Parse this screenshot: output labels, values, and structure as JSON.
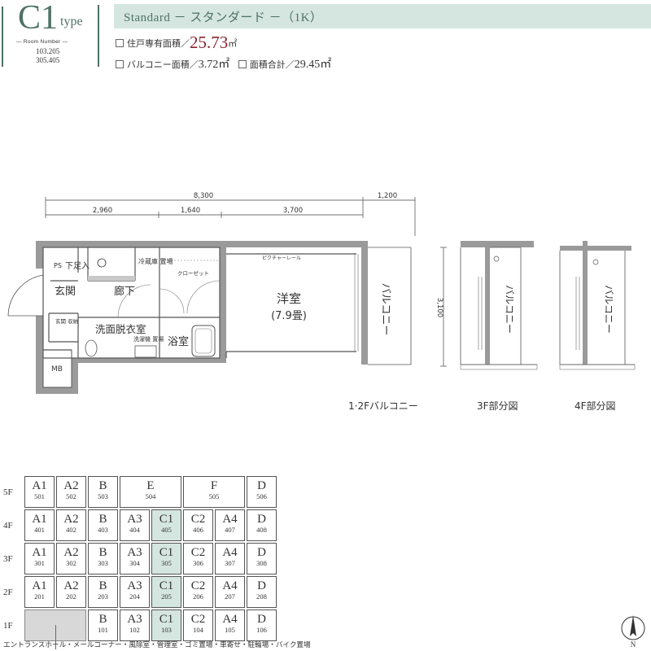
{
  "header": {
    "type_letter": "C1",
    "type_word": "type",
    "room_number_label": "— Room Number —",
    "room_numbers": [
      "103.205",
      "305.405"
    ],
    "plan_name": "Standard － スタンダード －（1K）"
  },
  "specs": {
    "exclusive_area_label": "住戸専有面積／",
    "exclusive_area_value": "25.73",
    "exclusive_area_unit": "㎡",
    "balcony_label": "バルコニー面積／",
    "balcony_value": "3.72㎡",
    "total_label": "面積合計／",
    "total_value": "29.45㎡"
  },
  "dimensions": {
    "total": "8,300",
    "balcony": "1,200",
    "seg1": "2,960",
    "seg2": "1,640",
    "seg3": "3,700",
    "depth": "3,100"
  },
  "rooms": {
    "genkan": "玄関",
    "rouka": "廊下",
    "senmen": "洗面脱衣室",
    "yokushitsu": "浴室",
    "yoshitsu": "洋室",
    "yoshitsu_size": "(7.9畳)",
    "balcony": "バルコニー",
    "mb": "MB",
    "ps": "PS",
    "getabako": "下足入",
    "reizouko": "冷蔵庫\n置場",
    "closet": "クローゼット",
    "genkan_shuno": "玄関\n収納",
    "sentakuki": "洗濯機\n置場",
    "picture_rail": "ピクチャーレール"
  },
  "captions": {
    "balcony_12f": "1·2Fバルコニー",
    "part_3f": "3F部分図",
    "part_4f": "4F部分図"
  },
  "keyplan": {
    "floors": [
      "5F",
      "4F",
      "3F",
      "2F",
      "1F"
    ],
    "rows": [
      [
        {
          "t": "A1",
          "n": "501"
        },
        {
          "t": "A2",
          "n": "502"
        },
        {
          "t": "B",
          "n": "503"
        },
        {
          "t": "E",
          "n": "504",
          "span": 2
        },
        {
          "t": "F",
          "n": "505",
          "span": 2
        },
        {
          "t": "D",
          "n": "506"
        }
      ],
      [
        {
          "t": "A1",
          "n": "401"
        },
        {
          "t": "A2",
          "n": "402"
        },
        {
          "t": "B",
          "n": "403"
        },
        {
          "t": "A3",
          "n": "404"
        },
        {
          "t": "C1",
          "n": "405",
          "hl": true
        },
        {
          "t": "C2",
          "n": "406"
        },
        {
          "t": "A4",
          "n": "407"
        },
        {
          "t": "D",
          "n": "408"
        }
      ],
      [
        {
          "t": "A1",
          "n": "301"
        },
        {
          "t": "A2",
          "n": "302"
        },
        {
          "t": "B",
          "n": "303"
        },
        {
          "t": "A3",
          "n": "304"
        },
        {
          "t": "C1",
          "n": "305",
          "hl": true
        },
        {
          "t": "C2",
          "n": "306"
        },
        {
          "t": "A4",
          "n": "307"
        },
        {
          "t": "D",
          "n": "308"
        }
      ],
      [
        {
          "t": "A1",
          "n": "201"
        },
        {
          "t": "A2",
          "n": "202"
        },
        {
          "t": "B",
          "n": "203"
        },
        {
          "t": "A3",
          "n": "204"
        },
        {
          "t": "C1",
          "n": "205",
          "hl": true
        },
        {
          "t": "C2",
          "n": "206"
        },
        {
          "t": "A4",
          "n": "207"
        },
        {
          "t": "D",
          "n": "208"
        }
      ],
      [
        {
          "t": "",
          "n": "",
          "gray": true,
          "span": 2
        },
        {
          "t": "B",
          "n": "101"
        },
        {
          "t": "A3",
          "n": "102"
        },
        {
          "t": "C1",
          "n": "103",
          "hl": true
        },
        {
          "t": "C2",
          "n": "104"
        },
        {
          "t": "A4",
          "n": "105"
        },
        {
          "t": "D",
          "n": "106"
        }
      ]
    ],
    "entrance_note": "エントランスホール・メールコーナー・風除室・管理室・ゴミ置場・車寄せ・駐輪場・バイク置場",
    "compass": "N"
  },
  "colors": {
    "accent": "#4e7268",
    "highlight": "#d5e5df",
    "area_red": "#8b2430"
  }
}
